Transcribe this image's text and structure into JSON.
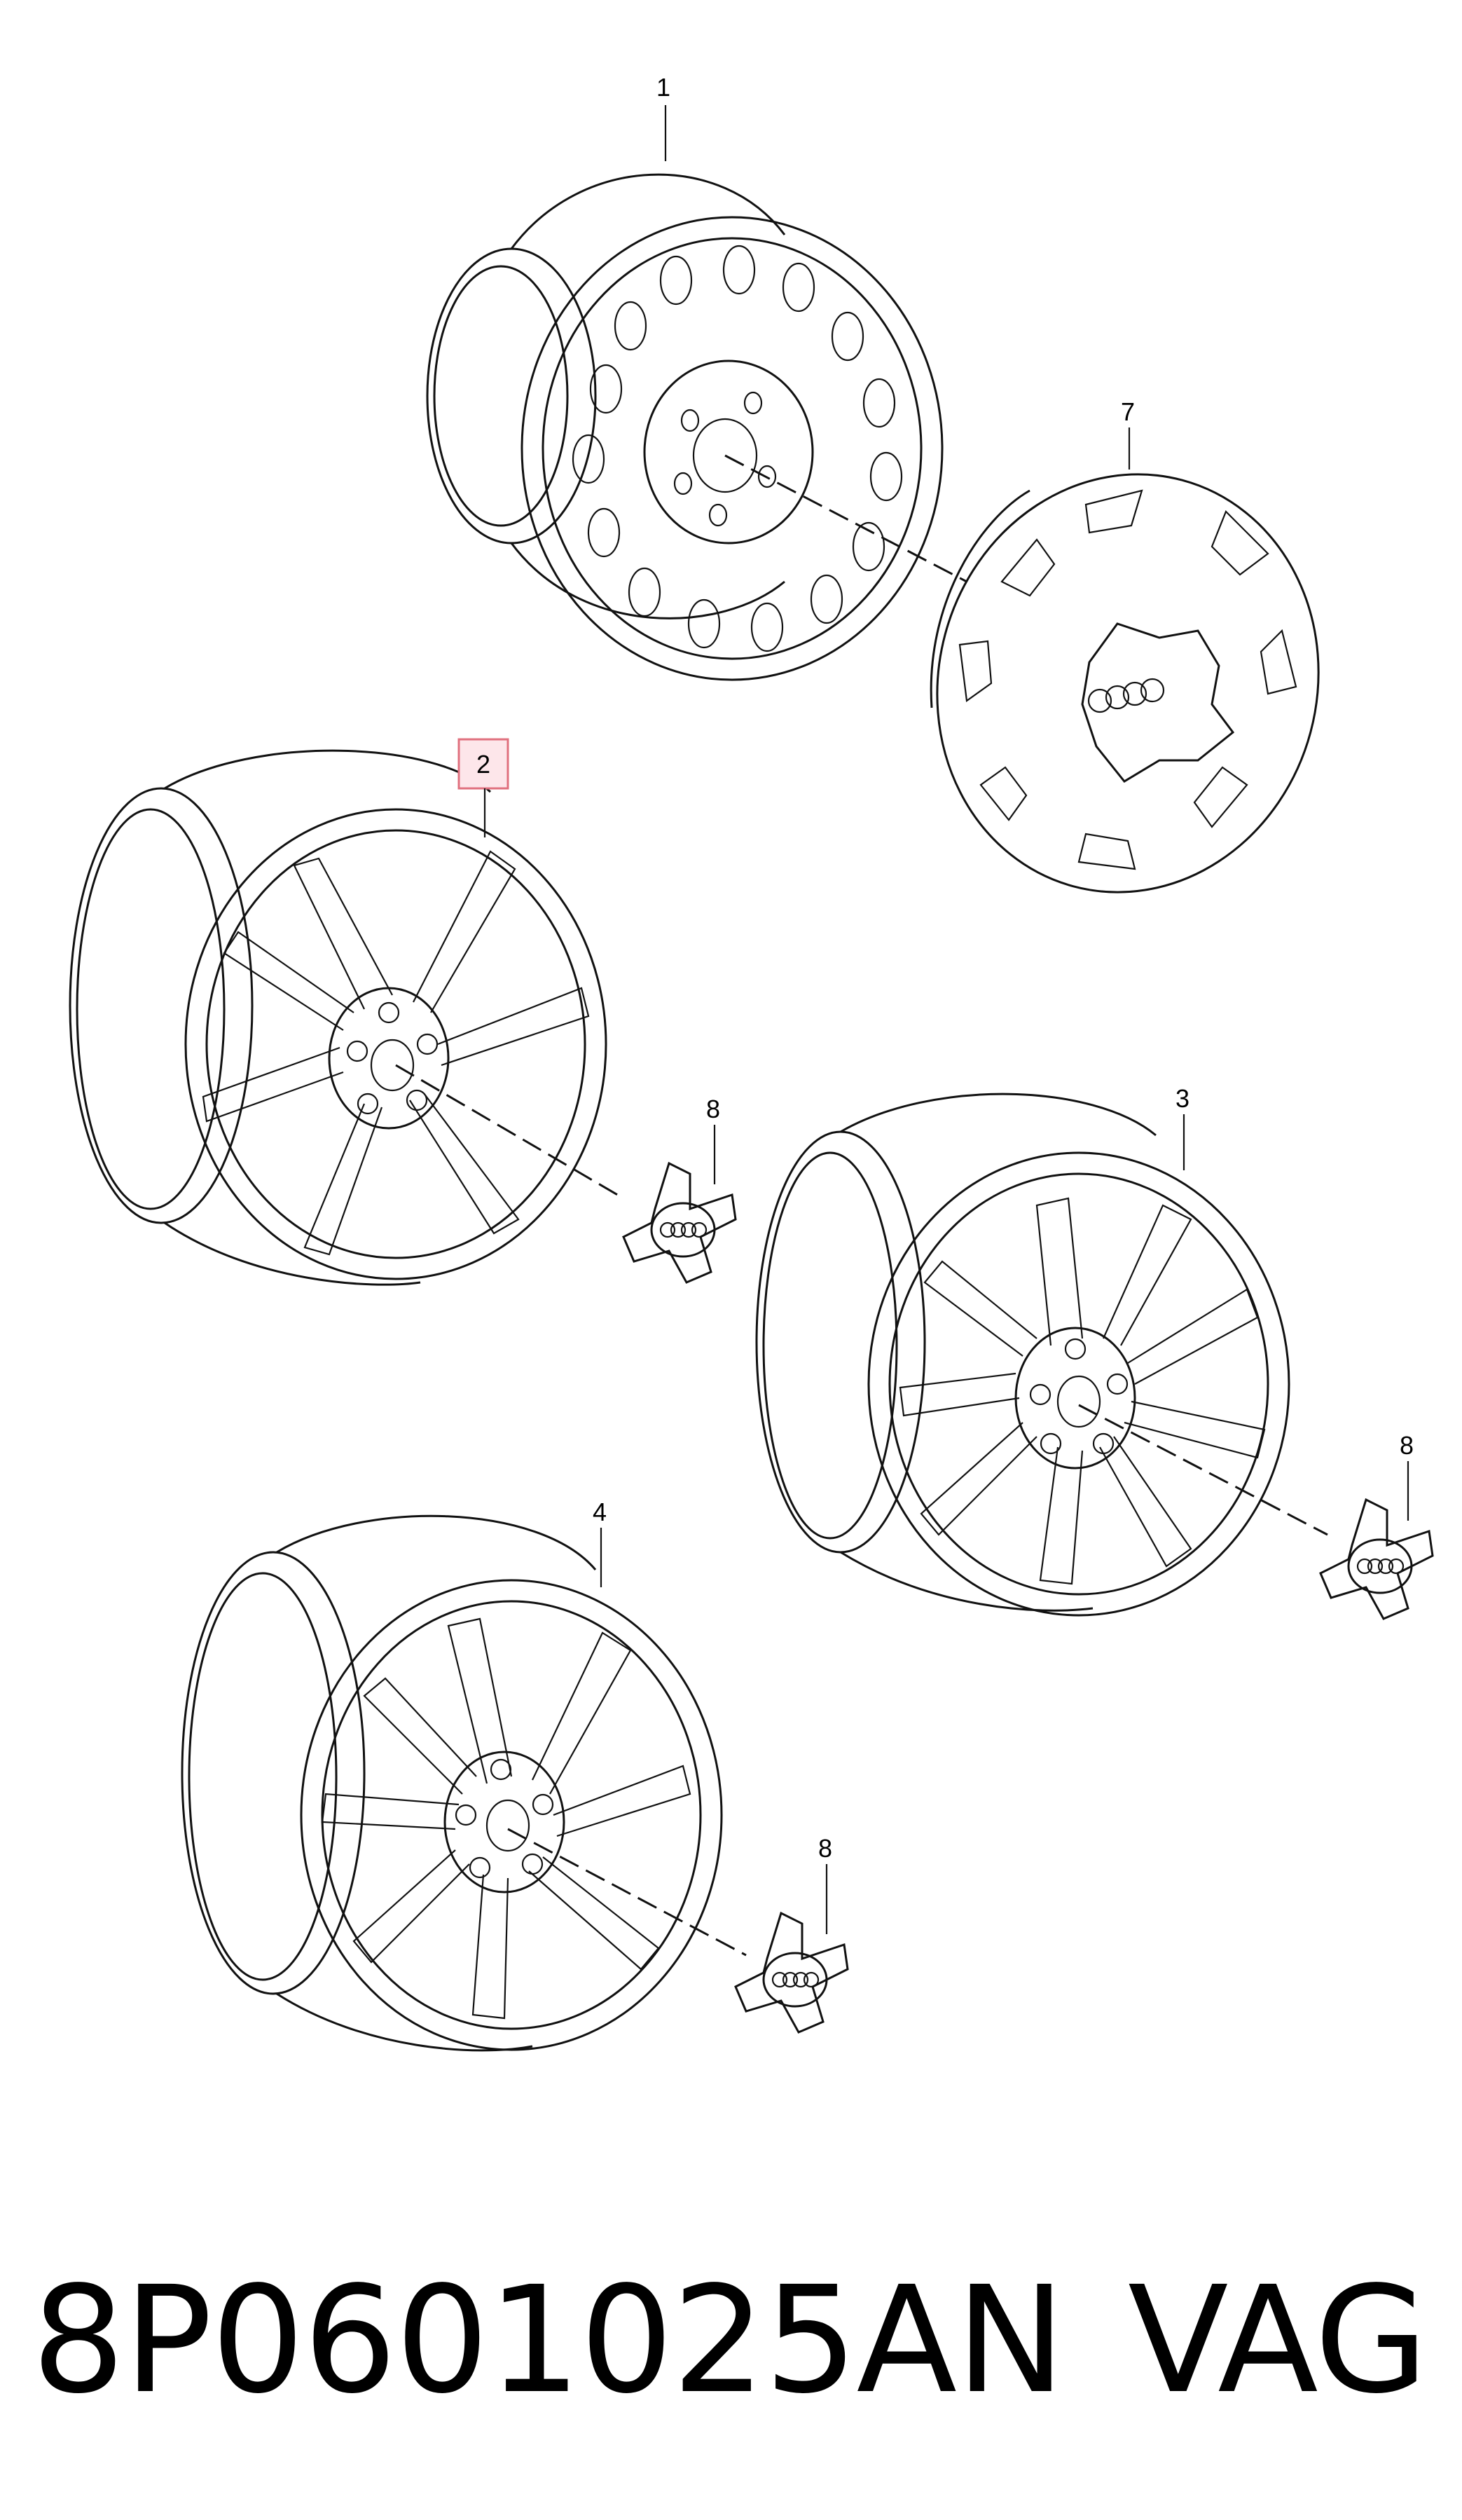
{
  "callouts": {
    "c1": "1",
    "c2": "2",
    "c3": "3",
    "c4": "4",
    "c7": "7",
    "c8a": "8",
    "c8b": "8",
    "c8c": "8"
  },
  "selected_callout": "2",
  "footer": {
    "part_number": "8P0601025AN",
    "brand": "VAG"
  }
}
